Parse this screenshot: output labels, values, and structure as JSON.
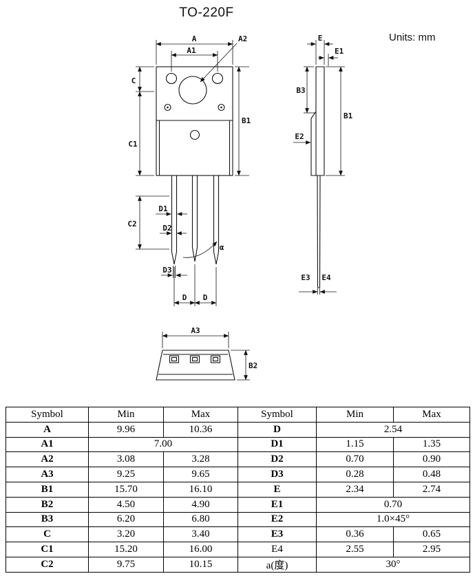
{
  "page": {
    "title": "TO-220F",
    "units": "Units: mm"
  },
  "drawing": {
    "front": {
      "a": "A",
      "a1": "A1",
      "a2": "A2",
      "c": "C",
      "c1": "C1",
      "c2": "C2",
      "b1": "B1",
      "d1": "D1",
      "d2": "D2",
      "d3": "D3",
      "d_left": "D",
      "d_right": "D",
      "alpha": "α"
    },
    "side": {
      "e": "E",
      "e1": "E1",
      "b3": "B3",
      "b1": "B1",
      "e2": "E2",
      "e3": "E3",
      "e4": "E4"
    },
    "bottom": {
      "a3": "A3",
      "b2": "B2"
    }
  },
  "table": {
    "headers": [
      "Symbol",
      "Min",
      "Max",
      "Symbol",
      "Min",
      "Max"
    ],
    "rows": [
      {
        "left": {
          "sym": "A",
          "bold": true,
          "min": "9.96",
          "max": "10.36"
        },
        "right": {
          "sym": "D",
          "bold": true,
          "span": "2.54"
        }
      },
      {
        "left": {
          "sym": "A1",
          "bold": true,
          "span": "7.00"
        },
        "right": {
          "sym": "D1",
          "bold": true,
          "min": "1.15",
          "max": "1.35"
        }
      },
      {
        "left": {
          "sym": "A2",
          "bold": true,
          "min": "3.08",
          "max": "3.28"
        },
        "right": {
          "sym": "D2",
          "bold": true,
          "min": "0.70",
          "max": "0.90"
        }
      },
      {
        "left": {
          "sym": "A3",
          "bold": true,
          "min": "9.25",
          "max": "9.65"
        },
        "right": {
          "sym": "D3",
          "bold": true,
          "min": "0.28",
          "max": "0.48"
        }
      },
      {
        "left": {
          "sym": "B1",
          "bold": true,
          "min": "15.70",
          "max": "16.10"
        },
        "right": {
          "sym": "E",
          "bold": true,
          "min": "2.34",
          "max": "2.74"
        }
      },
      {
        "left": {
          "sym": "B2",
          "bold": true,
          "min": "4.50",
          "max": "4.90"
        },
        "right": {
          "sym": "E1",
          "bold": true,
          "span": "0.70"
        }
      },
      {
        "left": {
          "sym": "B3",
          "bold": true,
          "min": "6.20",
          "max": "6.80"
        },
        "right": {
          "sym": "E2",
          "bold": true,
          "span": "1.0×45°"
        }
      },
      {
        "left": {
          "sym": "C",
          "bold": true,
          "min": "3.20",
          "max": "3.40"
        },
        "right": {
          "sym": "E3",
          "bold": true,
          "min": "0.36",
          "max": "0.65"
        }
      },
      {
        "left": {
          "sym": "C1",
          "bold": true,
          "min": "15.20",
          "max": "16.00"
        },
        "right": {
          "sym": "E4",
          "bold": false,
          "min": "2.55",
          "max": "2.95"
        }
      },
      {
        "left": {
          "sym": "C2",
          "bold": true,
          "min": "9.75",
          "max": "10.15"
        },
        "right": {
          "sym": "a(度)",
          "bold": false,
          "span": "30°"
        }
      }
    ]
  }
}
